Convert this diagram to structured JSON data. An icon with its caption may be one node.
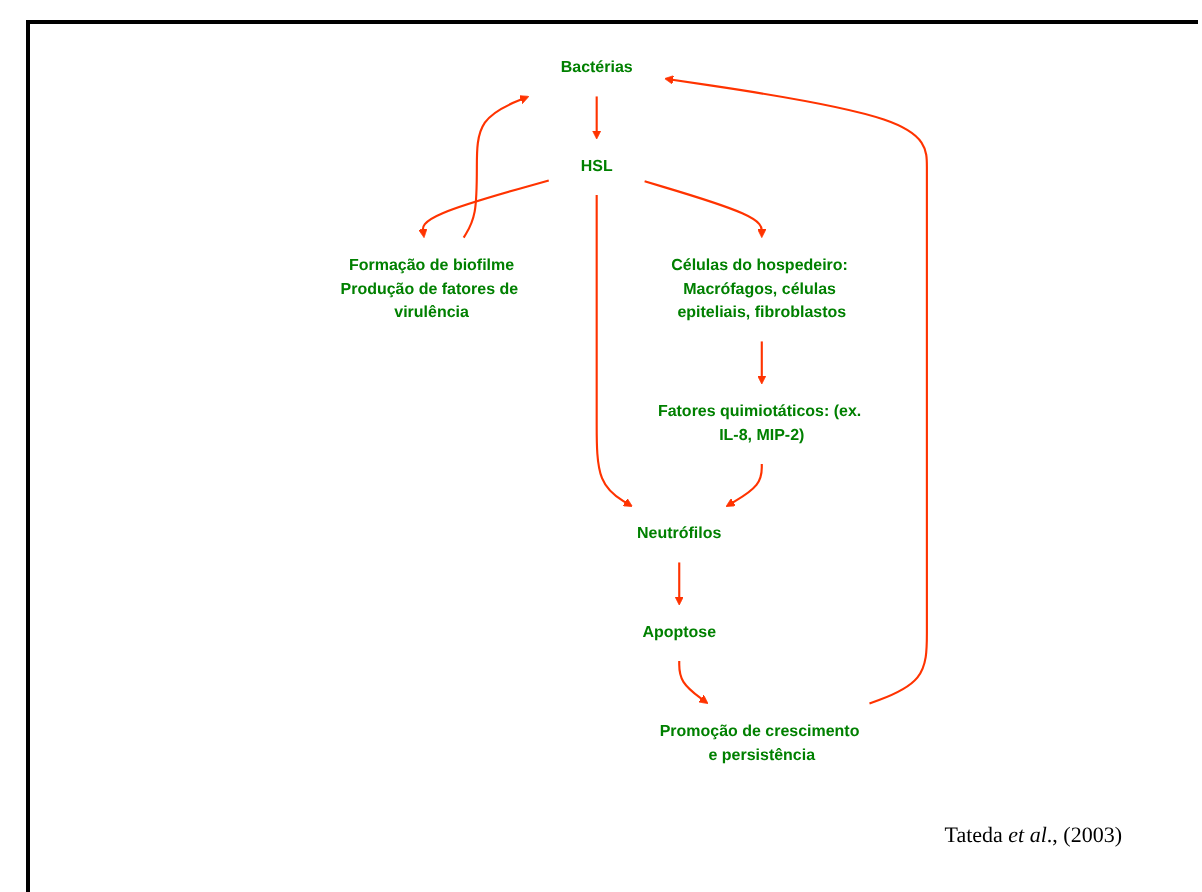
{
  "diagram": {
    "nodes": [
      {
        "text": [
          "Bactérias"
        ]
      },
      {
        "text": [
          "Promoção de crescimento e persistência"
        ]
      },
      {
        "text": [
          "HSL"
        ]
      },
      {
        "text": [
          "Formação de biofilme",
          "Produção de fatores de virulência"
        ]
      },
      {
        "text": [
          "Apoptose"
        ]
      },
      {
        "text": [
          "Células do hospedeiro: Macrófagos, células epiteliais, fibroblastos"
        ]
      },
      {
        "text": [
          "Neutrófilos"
        ]
      },
      {
        "text": [
          "Fatores quimiotáticos: (ex. IL-8, MIP-2)"
        ]
      }
    ],
    "edges": [
      {
        "from": 1,
        "to": 0,
        "arrow": "to"
      },
      {
        "from": 0,
        "to": 2,
        "arrow": "to"
      },
      {
        "from": 3,
        "to": 0,
        "arrow": "to"
      },
      {
        "from": 2,
        "to": 3,
        "arrow": "to"
      },
      {
        "from": 2,
        "to": 6,
        "arrow": "to"
      },
      {
        "from": 2,
        "to": 5,
        "arrow": "to"
      },
      {
        "from": 4,
        "to": 1,
        "arrow": "to"
      },
      {
        "from": 6,
        "to": 4,
        "arrow": "to"
      },
      {
        "from": 5,
        "to": 7,
        "arrow": "to"
      },
      {
        "from": 7,
        "to": 6,
        "arrow": "to"
      }
    ],
    "labels": [
      "Tateda *et al*., (2003)"
    ]
  }
}
